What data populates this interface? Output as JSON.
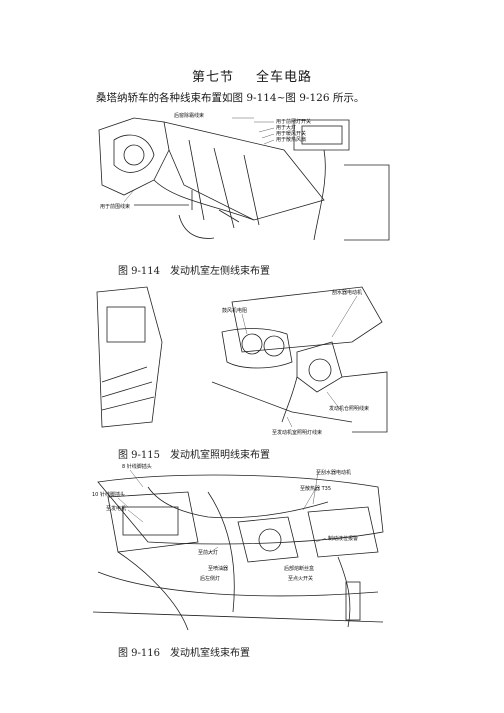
{
  "section": {
    "number": "第七节",
    "title": "全车电路"
  },
  "intro": "桑塔纳轿车的各种线束布置如图 9-114~图 9-126 所示。",
  "figures": [
    {
      "caption_num": "图 9-114",
      "caption_text": "发动机室左侧线束布置",
      "labels": [
        "后窗除霜线束",
        "用于前照灯开关",
        "用于大灯",
        "用于暖风开关",
        "用于散热风扇",
        "用于前围线束"
      ]
    },
    {
      "caption_num": "图 9-115",
      "caption_text": "发动机室照明线束布置",
      "labels": [
        "鼓风机电阻",
        "刮水器电动机",
        "发动机仓照明线束",
        "至发动机室照明灯线束"
      ]
    },
    {
      "caption_num": "图 9-116",
      "caption_text": "发动机室线束布置",
      "labels": [
        "8 针线脚插头",
        "10 针线脚插头",
        "至发电机",
        "至前大灯",
        "至刮水器电动机",
        "至散热器 T35",
        "制动液位报警",
        "至喷油器",
        "后左侧灯",
        "至点火开关",
        "后部熔断丝盒"
      ]
    }
  ]
}
